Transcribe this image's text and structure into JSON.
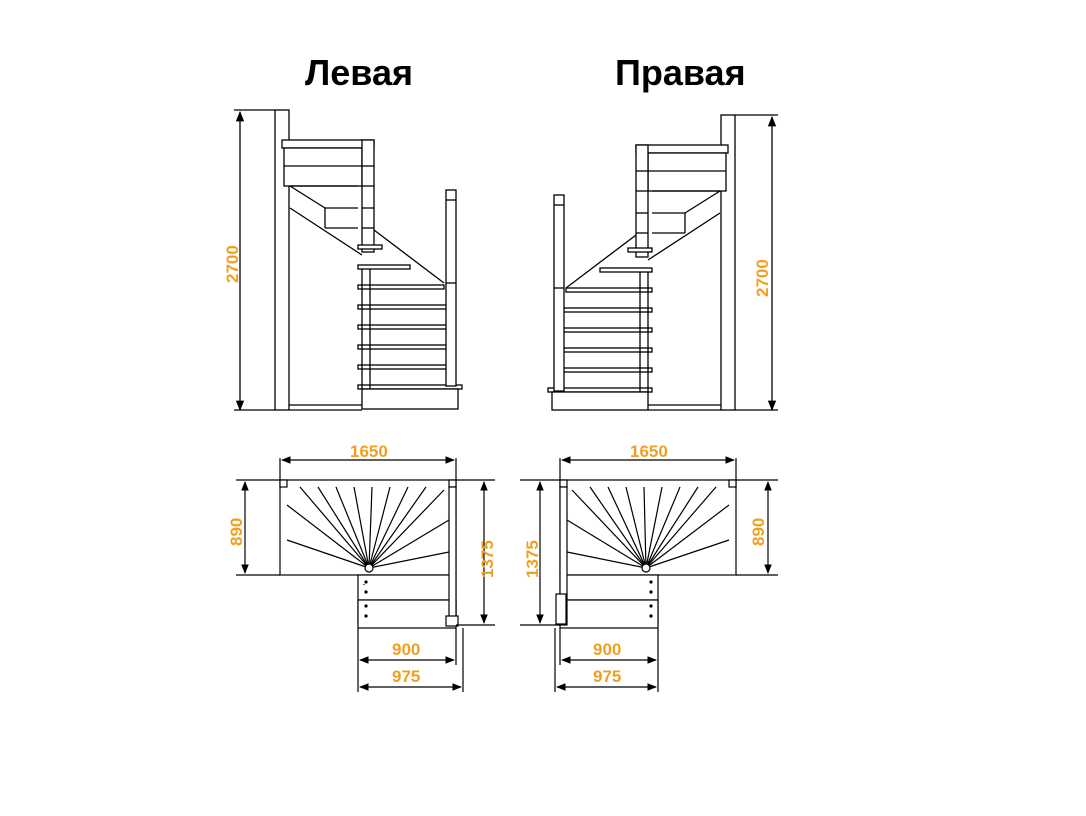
{
  "titles": {
    "left": "Левая",
    "right": "Правая"
  },
  "dimensions": {
    "height": "2700",
    "width_total": "1650",
    "depth_upper": "890",
    "depth_total": "1375",
    "flight_width": "900",
    "flight_width_outer": "975"
  },
  "colors": {
    "dimension_text": "#F0A020",
    "lines": "#000000"
  }
}
